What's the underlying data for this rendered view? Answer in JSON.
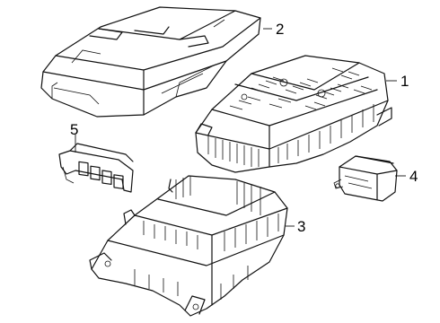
{
  "diagram": {
    "parts": [
      {
        "id": "part-1",
        "callout": "1"
      },
      {
        "id": "part-2",
        "callout": "2"
      },
      {
        "id": "part-3",
        "callout": "3"
      },
      {
        "id": "part-4",
        "callout": "4"
      },
      {
        "id": "part-5",
        "callout": "5"
      }
    ]
  }
}
